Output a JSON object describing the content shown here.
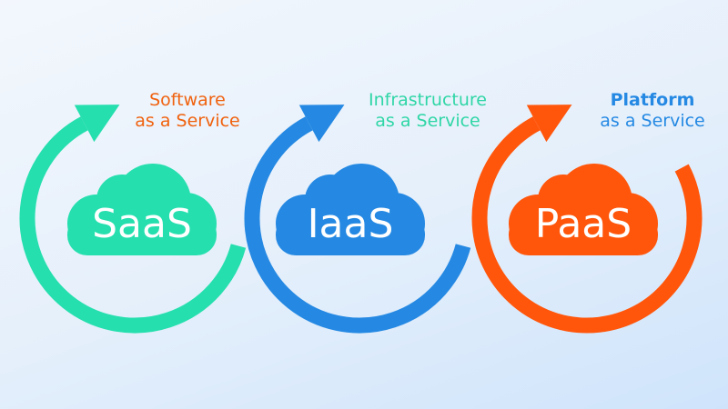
{
  "items": [
    {
      "name": "SaaS",
      "line1": "Software",
      "line2": "as a Service",
      "arc_color": "#25dfae",
      "label_color": "#f0620f",
      "cloud_color": "#25dfae"
    },
    {
      "name": "IaaS",
      "line1": "Infrastructure",
      "line2": "as a Service",
      "arc_color": "#2589e3",
      "label_color": "#2fd6a6",
      "cloud_color": "#2589e3"
    },
    {
      "name": "PaaS",
      "line1": "Platform",
      "line2": "as a Service",
      "arc_color": "#ff560b",
      "label_color": "#2589e3",
      "cloud_color": "#ff560b"
    }
  ]
}
